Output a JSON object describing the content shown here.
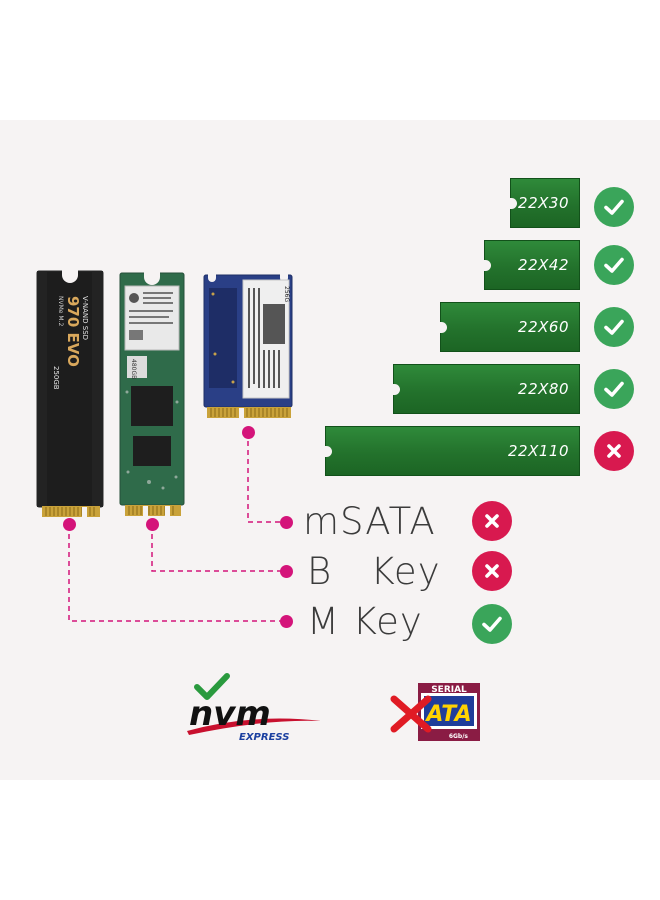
{
  "sizes": [
    {
      "label": "22X30",
      "status": "supported"
    },
    {
      "label": "22X42",
      "status": "supported"
    },
    {
      "label": "22X60",
      "status": "supported"
    },
    {
      "label": "22X80",
      "status": "supported"
    },
    {
      "label": "22X110",
      "status": "unsupported"
    }
  ],
  "keys": [
    {
      "label": "mSATA",
      "status": "unsupported"
    },
    {
      "label": "B   Key",
      "status": "unsupported"
    },
    {
      "label": "M Key",
      "status": "supported"
    }
  ],
  "cards": {
    "m_key": {
      "brand": "V-NAND SSD",
      "model": "970 EVO",
      "sub": "NVMe M.2",
      "capacity": "250GB"
    },
    "b_key": {
      "capacity": "480GB"
    },
    "msata": {
      "capacity": "256G"
    }
  },
  "logos": {
    "nvme": {
      "text": "nvm",
      "sub": "EXPRESS",
      "status": "supported"
    },
    "sata": {
      "top": "SERIAL",
      "main": "ATA",
      "speed": "6Gb/s",
      "status": "unsupported"
    }
  },
  "colors": {
    "bar_green": "#23722c",
    "ok": "#3aa55a",
    "no": "#d8194f",
    "connector": "#d4147a"
  },
  "icons": {
    "ok": "check-icon",
    "no": "x-icon"
  }
}
